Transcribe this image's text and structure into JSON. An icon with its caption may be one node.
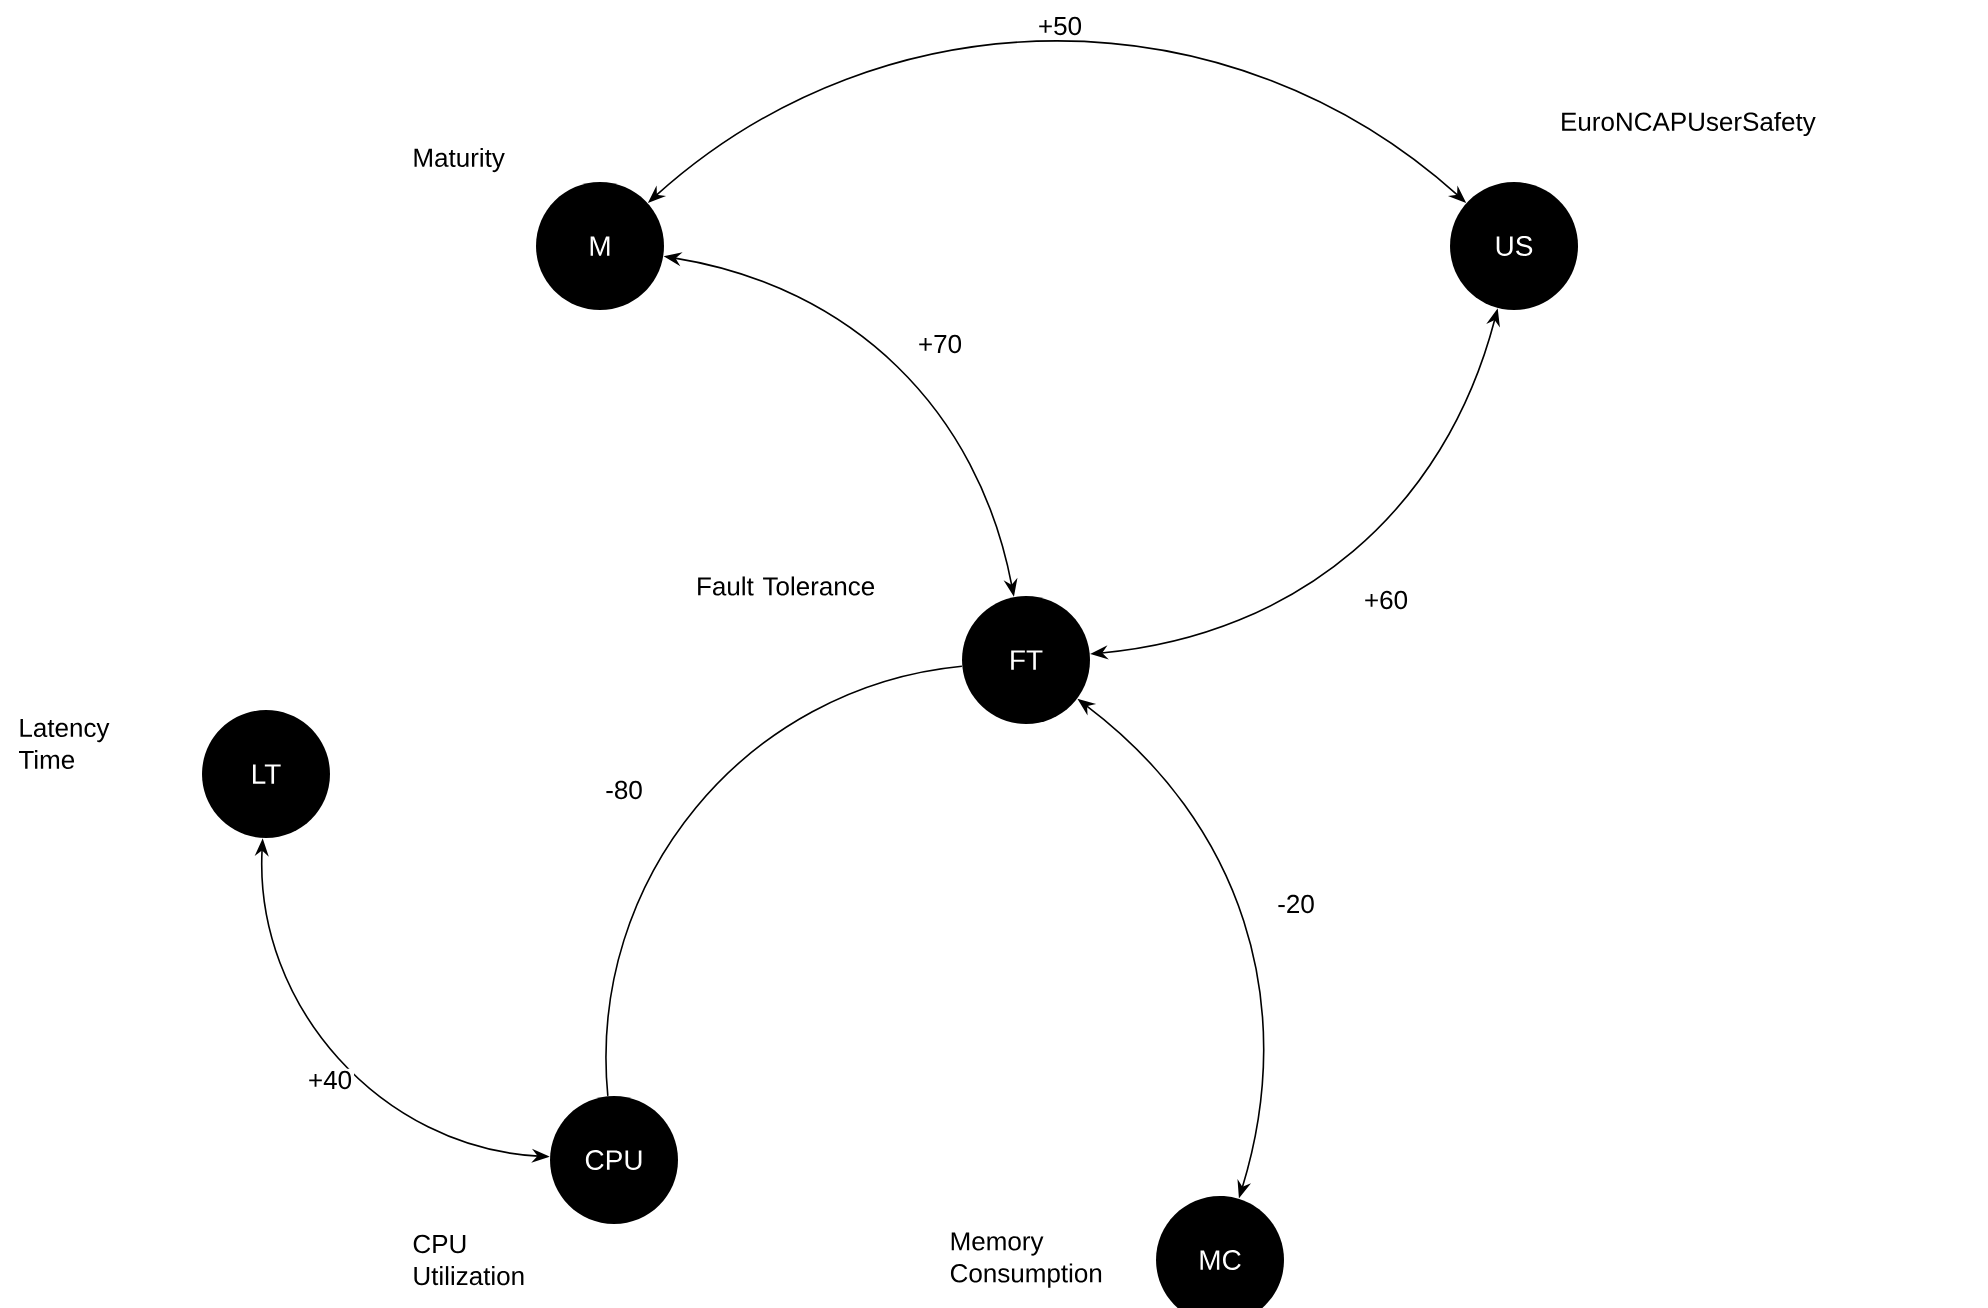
{
  "diagram": {
    "nodes": [
      {
        "text": [
          "M"
        ],
        "beside": [
          "Maturity"
        ]
      },
      {
        "text": [
          "US"
        ],
        "beside": [
          "EuroNCAPUserSafety"
        ]
      },
      {
        "text": [
          "FT"
        ],
        "beside": [
          "Fault Tolerance"
        ]
      },
      {
        "text": [
          "LT"
        ],
        "beside": [
          "Latency Time"
        ]
      },
      {
        "text": [
          "CPU"
        ],
        "beside": [
          "CPU Utilization"
        ]
      },
      {
        "text": [
          "MC"
        ],
        "beside": [
          "Memory Consumption"
        ]
      }
    ],
    "edges": [
      {
        "from": 0,
        "to": 1,
        "arrow": "both",
        "label": "+50"
      },
      {
        "from": 0,
        "to": 2,
        "arrow": "both",
        "label": "+70"
      },
      {
        "from": 1,
        "to": 2,
        "arrow": "both",
        "label": "+60"
      },
      {
        "from": 2,
        "to": 4,
        "arrow": "none",
        "label": "-80"
      },
      {
        "from": 2,
        "to": 5,
        "arrow": "both",
        "label": "-20"
      },
      {
        "from": 3,
        "to": 4,
        "arrow": "both",
        "label": "+40"
      }
    ]
  }
}
